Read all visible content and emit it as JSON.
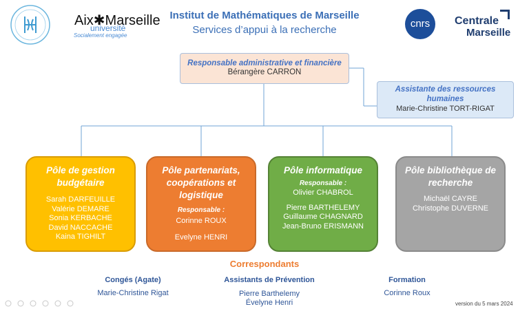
{
  "header": {
    "title": "Institut de Mathématiques de Marseille",
    "subtitle": "Services d’appui à la recherche"
  },
  "logos": {
    "amu_line1": "Aix✱Marseille",
    "amu_line2": "université",
    "amu_line3": "Socialement engagée",
    "cnrs": "cnrs",
    "centrale_line1": "Centrale",
    "centrale_line2": "Marseille"
  },
  "top_box": {
    "role": "Responsable administrative et financière",
    "name": "Bérangère CARRON"
  },
  "rh_box": {
    "role": "Assistante des ressources humaines",
    "name": "Marie-Christine TORT-RIGAT"
  },
  "poles": [
    {
      "title": "Pôle de gestion budgétaire",
      "members": [
        "Sarah DARFEUILLE",
        "Valérie DEMARE",
        "Sonia KERBACHE",
        "David NACCACHE",
        "Kaina TIGHILT"
      ]
    },
    {
      "title": "Pôle partenariats, coopérations et logistique",
      "responsable_label": "Responsable :",
      "responsable": "Corinne ROUX",
      "members": [
        "Evelyne HENRI"
      ]
    },
    {
      "title": "Pôle informatique",
      "responsable_label": "Responsable :",
      "responsable": "Olivier CHABROL",
      "members": [
        "Pierre BARTHELEMY",
        "Guillaume CHAGNARD",
        "Jean-Bruno ERISMANN"
      ]
    },
    {
      "title": "Pôle bibliothèque de recherche",
      "members": [
        "Michaël CAYRE",
        "Christophe DUVERNE"
      ]
    }
  ],
  "correspondants": {
    "title": "Correspondants",
    "groups": [
      {
        "heading": "Congés (Agate)",
        "names": [
          "Marie-Christine Rigat"
        ]
      },
      {
        "heading": "Assistants de Prévention",
        "names": [
          "Pierre Barthelemy",
          "Évelyne Henri"
        ]
      },
      {
        "heading": "Formation",
        "names": [
          "Corinne Roux"
        ]
      }
    ]
  },
  "version": "version du 5  mars 2024",
  "colors": {
    "title_blue": "#3b6fb6",
    "pole_budget": "#ffc000",
    "pole_partenariats": "#ed7d31",
    "pole_informatique": "#70ad47",
    "pole_bibliotheque": "#a5a5a5"
  }
}
